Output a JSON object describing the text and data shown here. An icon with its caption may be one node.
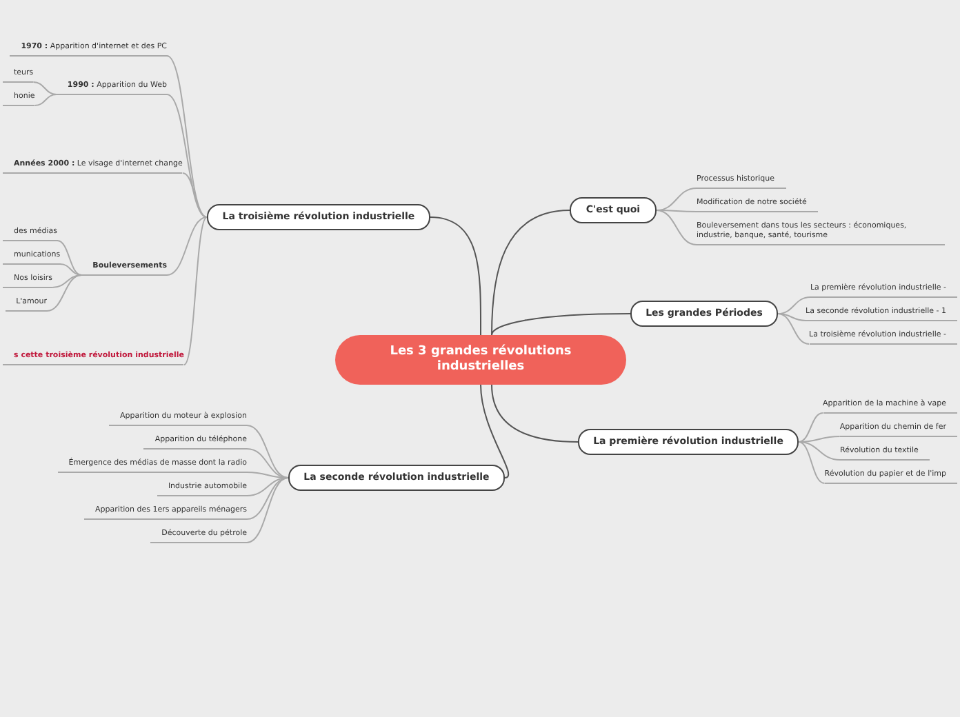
{
  "diagram": {
    "nodes": [
      {
        "text": [
          "Les 3 grandes révolutions industrielles"
        ]
      },
      {
        "text": [
          "La troisième révolution industrielle"
        ]
      },
      {
        "text": [
          "**1970 :** Apparition d'internet et des PC"
        ]
      },
      {
        "text": [
          "**1990 :** Apparition du Web"
        ]
      },
      {
        "text": [
          "teurs"
        ]
      },
      {
        "text": [
          "honie"
        ]
      },
      {
        "text": [
          "**Années 2000 :** Le visage d'internet change"
        ]
      },
      {
        "text": [
          "Bouleversements"
        ]
      },
      {
        "text": [
          "des médias"
        ]
      },
      {
        "text": [
          "munications"
        ]
      },
      {
        "text": [
          "Nos loisirs"
        ]
      },
      {
        "text": [
          "L'amour"
        ]
      },
      {
        "text": [
          "s cette troisième révolution industrielle"
        ]
      },
      {
        "text": [
          "La seconde révolution industrielle"
        ]
      },
      {
        "text": [
          "Apparition du moteur à explosion"
        ]
      },
      {
        "text": [
          "Apparition du téléphone"
        ]
      },
      {
        "text": [
          "Émergence des médias de masse dont la radio"
        ]
      },
      {
        "text": [
          "Industrie automobile"
        ]
      },
      {
        "text": [
          "Apparition des 1ers appareils ménagers"
        ]
      },
      {
        "text": [
          "Découverte du pétrole"
        ]
      },
      {
        "text": [
          "C'est quoi"
        ]
      },
      {
        "text": [
          "Processus historique"
        ]
      },
      {
        "text": [
          "Modification de notre société"
        ]
      },
      {
        "text": [
          "Bouleversement dans tous les secteurs : économiques, industrie, banque, santé, tourisme"
        ]
      },
      {
        "text": [
          "Les grandes Périodes"
        ]
      },
      {
        "text": [
          "La première révolution industrielle -"
        ]
      },
      {
        "text": [
          "La seconde révolution industrielle - 1"
        ]
      },
      {
        "text": [
          "La troisième révolution industrielle -"
        ]
      },
      {
        "text": [
          "La première révolution industrielle"
        ]
      },
      {
        "text": [
          "Apparition de la machine à vape"
        ]
      },
      {
        "text": [
          "Apparition du chemin de fer"
        ]
      },
      {
        "text": [
          "Révolution du textile"
        ]
      },
      {
        "text": [
          "Révolution du papier et de l'imp"
        ]
      }
    ],
    "edges": [
      {
        "from": 0,
        "to": 1,
        "arrow": "none",
        "color": "#555555"
      },
      {
        "from": 1,
        "to": 2,
        "arrow": "none"
      },
      {
        "from": 1,
        "to": 3,
        "arrow": "none"
      },
      {
        "from": 3,
        "to": 4,
        "arrow": "none"
      },
      {
        "from": 3,
        "to": 5,
        "arrow": "none"
      },
      {
        "from": 1,
        "to": 6,
        "arrow": "none"
      },
      {
        "from": 1,
        "to": 7,
        "arrow": "none"
      },
      {
        "from": 7,
        "to": 8,
        "arrow": "none"
      },
      {
        "from": 7,
        "to": 9,
        "arrow": "none"
      },
      {
        "from": 7,
        "to": 10,
        "arrow": "none"
      },
      {
        "from": 7,
        "to": 11,
        "arrow": "none"
      },
      {
        "from": 1,
        "to": 12,
        "arrow": "none"
      },
      {
        "from": 0,
        "to": 13,
        "arrow": "none",
        "color": "#555555"
      },
      {
        "from": 13,
        "to": 14,
        "arrow": "none"
      },
      {
        "from": 13,
        "to": 15,
        "arrow": "none"
      },
      {
        "from": 13,
        "to": 16,
        "arrow": "none"
      },
      {
        "from": 13,
        "to": 17,
        "arrow": "none"
      },
      {
        "from": 13,
        "to": 18,
        "arrow": "none"
      },
      {
        "from": 13,
        "to": 19,
        "arrow": "none"
      },
      {
        "from": 0,
        "to": 20,
        "arrow": "none",
        "color": "#555555"
      },
      {
        "from": 20,
        "to": 21,
        "arrow": "none"
      },
      {
        "from": 20,
        "to": 22,
        "arrow": "none"
      },
      {
        "from": 20,
        "to": 23,
        "arrow": "none"
      },
      {
        "from": 0,
        "to": 24,
        "arrow": "none",
        "color": "#555555"
      },
      {
        "from": 24,
        "to": 25,
        "arrow": "none"
      },
      {
        "from": 24,
        "to": 26,
        "arrow": "none"
      },
      {
        "from": 24,
        "to": 27,
        "arrow": "none"
      },
      {
        "from": 0,
        "to": 28,
        "arrow": "none",
        "color": "#555555"
      },
      {
        "from": 28,
        "to": 29,
        "arrow": "none"
      },
      {
        "from": 28,
        "to": 30,
        "arrow": "none"
      },
      {
        "from": 28,
        "to": 31,
        "arrow": "none"
      },
      {
        "from": 28,
        "to": 32,
        "arrow": "none"
      }
    ]
  }
}
